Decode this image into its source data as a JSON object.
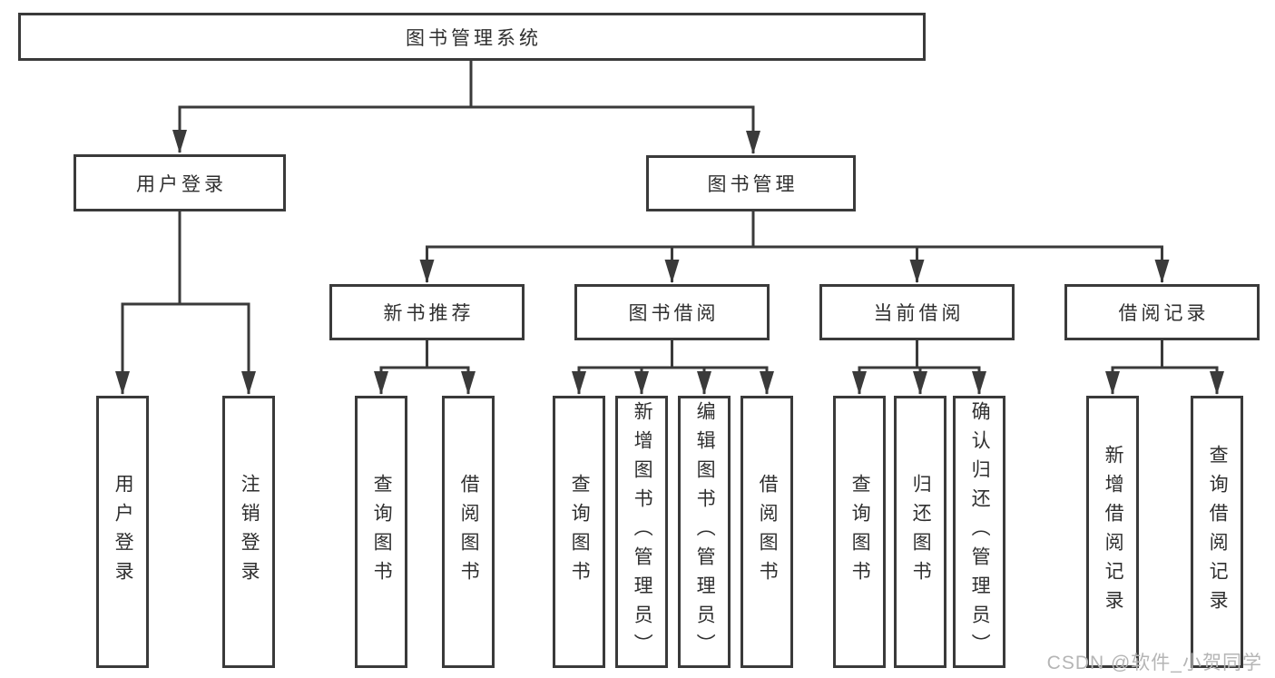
{
  "diagram": {
    "title": "图书管理系统",
    "level2": {
      "user_login": "用户登录",
      "book_mgmt": "图书管理"
    },
    "level3": {
      "new_book_rec": "新书推荐",
      "book_borrow": "图书借阅",
      "current_borrow": "当前借阅",
      "borrow_records": "借阅记录"
    },
    "leaves": {
      "user_login_1": "用户登录",
      "user_login_2": "注销登录",
      "new_book_rec_1": "查询图书",
      "new_book_rec_2": "借阅图书",
      "book_borrow_1": "查询图书",
      "book_borrow_2": "新增图书（管理员）",
      "book_borrow_3": "编辑图书（管理员）",
      "book_borrow_4": "借阅图书",
      "current_borrow_1": "查询图书",
      "current_borrow_2": "归还图书",
      "current_borrow_3": "确认归还（管理员）",
      "borrow_records_1": "新增借阅记录",
      "borrow_records_2": "查询借阅记录"
    }
  },
  "watermark": "CSDN @软件_小贺同学",
  "colors": {
    "line": "#3a3a3a",
    "text": "#2f2f2f",
    "watermark": "#b5b5b5",
    "background": "#ffffff"
  }
}
